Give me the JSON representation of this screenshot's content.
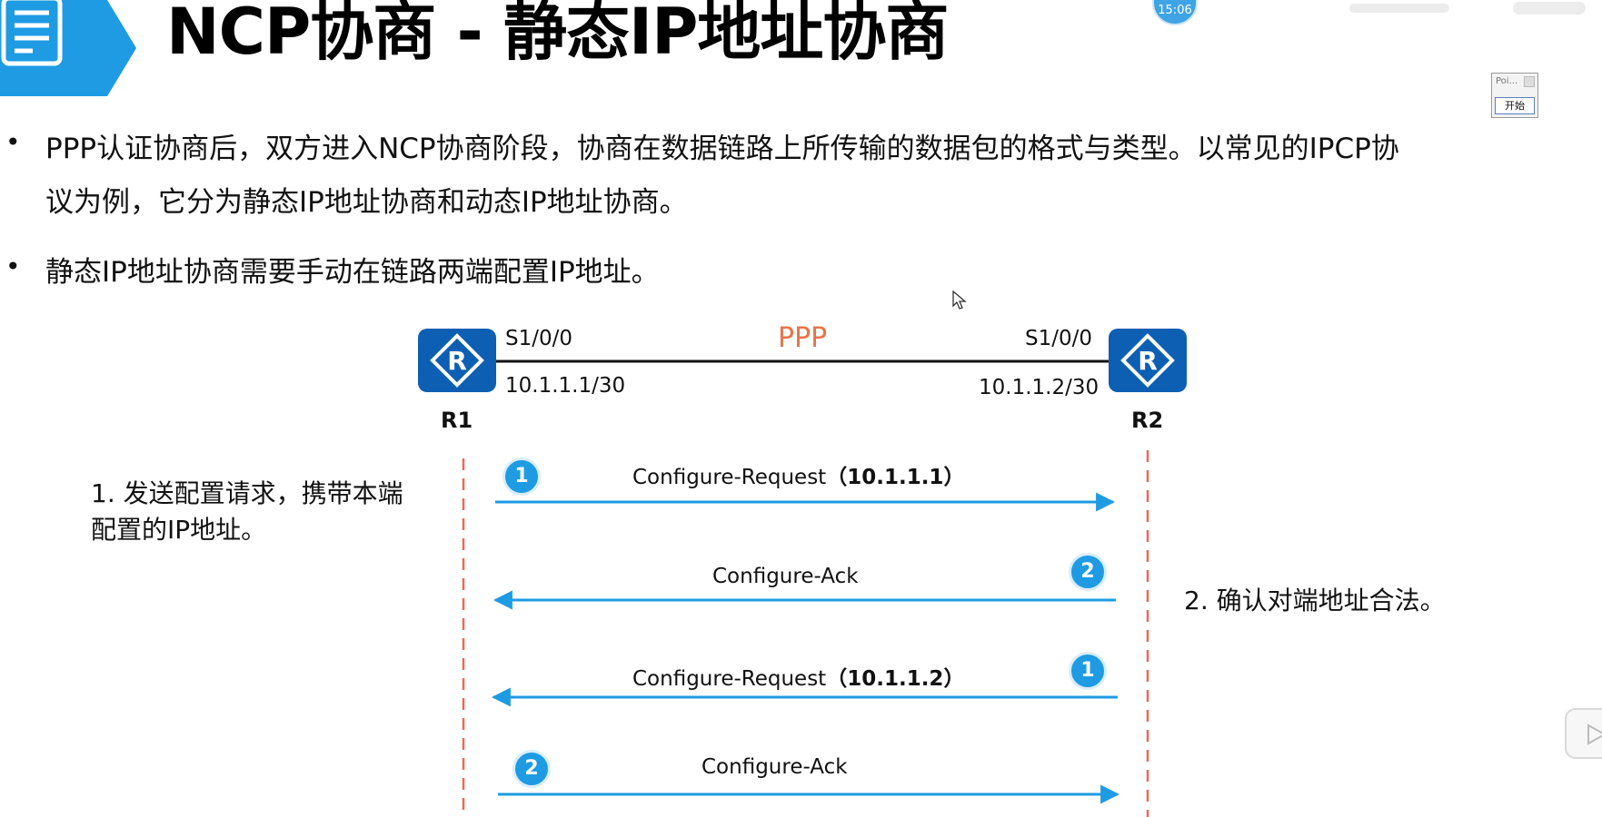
{
  "title": "NCP协商 - 静态IP地址协商",
  "overlay": {
    "clock_time": "15:06",
    "mini_window_title": "Poi...",
    "mini_window_button": "开始"
  },
  "bullets": [
    {
      "line1": "PPP认证协商后，双方进入NCP协商阶段，协商在数据链路上所传输的数据包的格式与类型。以常见的IPCP协",
      "line2": "议为例，它分为静态IP地址协商和动态IP地址协商。"
    },
    {
      "line1": "静态IP地址协商需要手动在链路两端配置IP地址。"
    }
  ],
  "diagram": {
    "link_label": "PPP",
    "r1": {
      "name": "R1",
      "interface": "S1/0/0",
      "ip": "10.1.1.1/30"
    },
    "r2": {
      "name": "R2",
      "interface": "S1/0/0",
      "ip": "10.1.1.2/30"
    },
    "messages": [
      {
        "step": "1",
        "text": "Configure-Request",
        "param": "10.1.1.1",
        "direction": "R1→R2"
      },
      {
        "step": "2",
        "text": "Configure-Ack",
        "param": "",
        "direction": "R2→R1"
      },
      {
        "step": "1",
        "text": "Configure-Request",
        "param": "10.1.1.2",
        "direction": "R2→R1"
      },
      {
        "step": "2",
        "text": "Configure-Ack",
        "param": "",
        "direction": "R1→R2"
      }
    ],
    "notes": {
      "left_line1": "1. 发送配置请求，携带本端",
      "left_line2": "配置的IP地址。",
      "right": "2. 确认对端地址合法。"
    }
  },
  "colors": {
    "banner_blue": "#1e9be3",
    "router_blue": "#0d5fb3",
    "arrow_blue": "#1e9be3",
    "ppp_orange": "#e8734a",
    "lifeline_red": "#e86a5a"
  }
}
